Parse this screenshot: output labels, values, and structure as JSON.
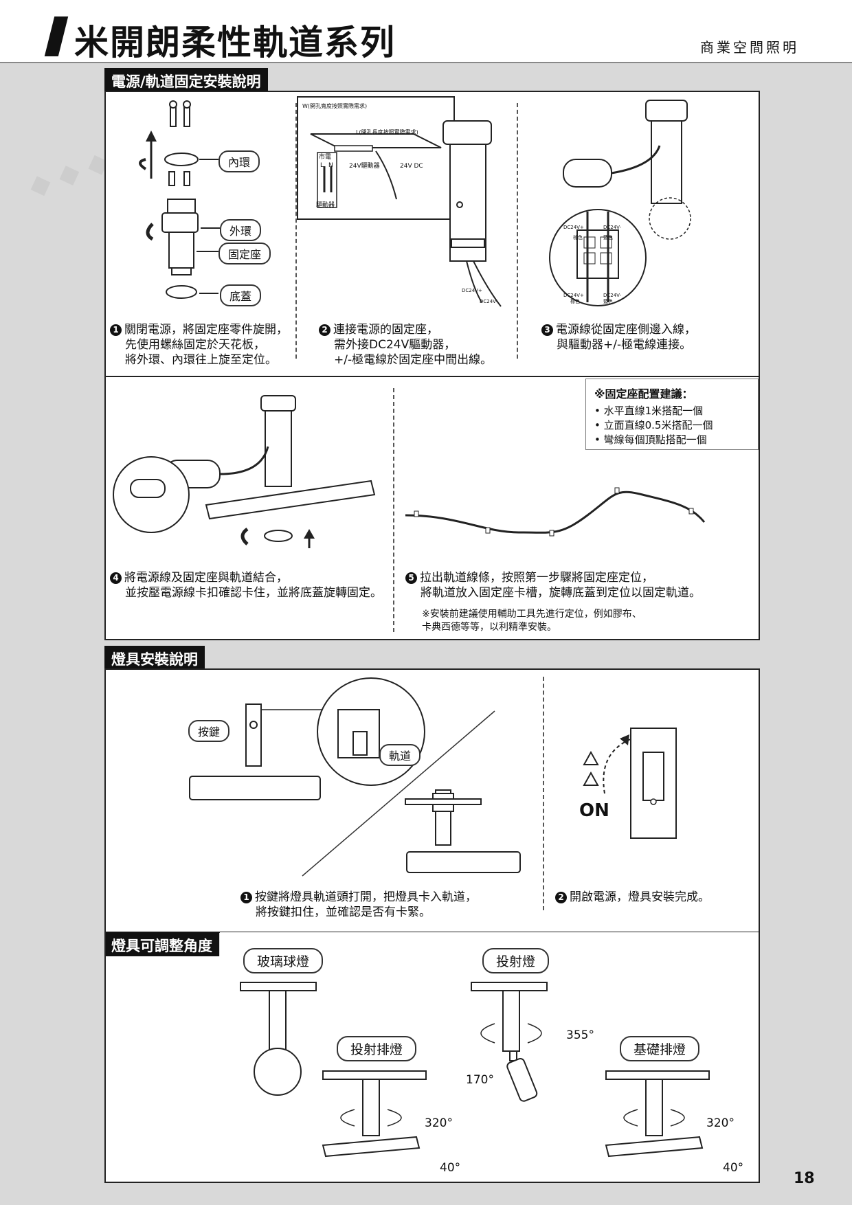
{
  "header": {
    "title": "米開朗柔性軌道系列",
    "subtitle": "商業空間照明"
  },
  "section1": {
    "tab": "電源/軌道固定安裝說明",
    "fig1_labels": {
      "inner_ring": "內環",
      "outer_ring": "外環",
      "fixing_seat": "固定座",
      "base_cover": "底蓋"
    },
    "fig2_labels": {
      "w": "W(開孔寬度按照實際需求)",
      "l": "L(開孔長度按照實際需求)",
      "mains": "市電",
      "l_letter": "L",
      "n_letter": "N",
      "driver": "驅動器",
      "driver24": "24V驅動器",
      "dc24": "24V DC"
    },
    "fig2b_labels": {
      "plus": "DC24V+",
      "minus": "DC24V-"
    },
    "fig3_labels": {
      "plus": "DC24V+",
      "minus": "DC24V-",
      "brown": "棕色",
      "blue": "藍色",
      "plus2": "DC24V+",
      "minus2": "DC24V-",
      "brown2": "棕色",
      "blue2": "藍色"
    },
    "step1": {
      "num": "1",
      "lines": [
        "關閉電源，將固定座零件旋開，",
        "先使用螺絲固定於天花板，",
        "將外環、內環往上旋至定位。"
      ]
    },
    "step2": {
      "num": "2",
      "lines": [
        "連接電源的固定座，",
        "需外接DC24V驅動器，",
        "+/-極電線於固定座中間出線。"
      ]
    },
    "step3": {
      "num": "3",
      "lines": [
        "電源線從固定座側邊入線，",
        "與驅動器+/-極電線連接。"
      ]
    },
    "tips": {
      "heading": "※固定座配置建議：",
      "items": [
        "• 水平直線1米搭配一個",
        "• 立面直線0.5米搭配一個",
        "• 彎線每個頂點搭配一個"
      ]
    },
    "step4": {
      "num": "4",
      "lines": [
        "將電源線及固定座與軌道結合，",
        "並按壓電源線卡扣確認卡住，並將底蓋旋轉固定。"
      ]
    },
    "step5": {
      "num": "5",
      "lines": [
        "拉出軌道線條，按照第一步驟將固定座定位，",
        "將軌道放入固定座卡槽，旋轉底蓋到定位以固定軌道。"
      ]
    },
    "note": [
      "※安裝前建議使用輔助工具先進行定位，例如膠布、",
      "卡典西德等等，以利精準安裝。"
    ]
  },
  "section2": {
    "tab": "燈具安裝說明",
    "button_label": "按鍵",
    "track_label": "軌道",
    "on_label": "ON",
    "step1": {
      "num": "1",
      "lines": [
        "按鍵將燈具軌道頭打開，把燈具卡入軌道，",
        "將按鍵扣住，並確認是否有卡緊。"
      ]
    },
    "step2": {
      "num": "2",
      "lines": [
        "開啟電源，燈具安裝完成。"
      ]
    }
  },
  "section3": {
    "tab": "燈具可調整角度",
    "glass_ball": "玻璃球燈",
    "spotlight": "投射燈",
    "spot_row": "投射排燈",
    "basic_row": "基礎排燈",
    "spot_rot": "355°",
    "spot_tilt": "170°",
    "row_rot_a": "320°",
    "row_tilt_a": "40°",
    "row_rot_b": "320°",
    "row_tilt_b": "40°"
  },
  "footer": {
    "page_number": "18"
  },
  "colors": {
    "ink": "#111111",
    "panel": "#ffffff",
    "page_bg": "#d9d9d9"
  }
}
